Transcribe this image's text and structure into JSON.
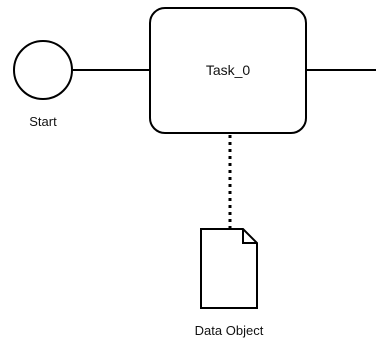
{
  "diagram": {
    "start_event": {
      "label": "Start"
    },
    "task": {
      "label": "Task_0"
    },
    "data_object": {
      "label": "Data Object"
    }
  },
  "colors": {
    "stroke": "#000000",
    "fill": "#ffffff",
    "text": "#111111"
  }
}
